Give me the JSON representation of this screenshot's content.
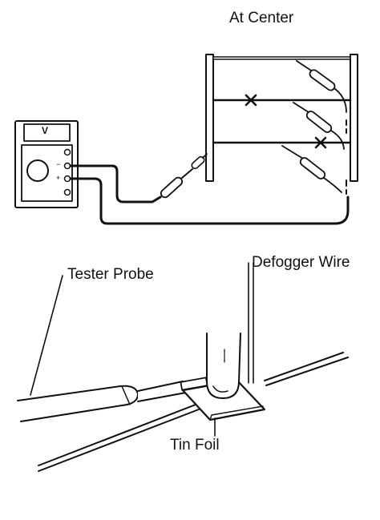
{
  "labels": {
    "at_center": "At Center",
    "defogger_wire": "Defogger Wire",
    "tester_probe": "Tester Probe",
    "tin_foil": "Tin Foil"
  },
  "meter": {
    "display": "V",
    "terminal_minus": "−",
    "terminal_plus": "+"
  },
  "break_marks": [
    "x",
    "x"
  ]
}
